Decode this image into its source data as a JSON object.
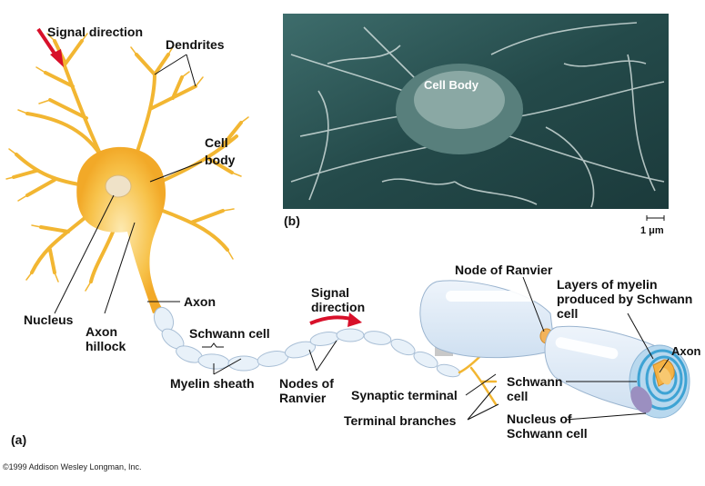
{
  "figure": {
    "panel_a": "(a)",
    "panel_b": "(b)",
    "copyright": "©1999 Addison Wesley Longman, Inc."
  },
  "neuron_labels": {
    "signal_direction_top": "Signal direction",
    "dendrites": "Dendrites",
    "cell_body_1": "Cell",
    "cell_body_2": "body",
    "nucleus": "Nucleus",
    "axon_hillock_1": "Axon",
    "axon_hillock_2": "hillock",
    "axon": "Axon",
    "schwann_cell": "Schwann cell",
    "myelin_sheath": "Myelin sheath",
    "nodes_of_ranvier_1": "Nodes of",
    "nodes_of_ranvier_2": "Ranvier",
    "signal_direction_mid_1": "Signal",
    "signal_direction_mid_2": "direction",
    "synaptic_terminal": "Synaptic terminal",
    "terminal_branches": "Terminal branches"
  },
  "micrograph": {
    "cell_body": "Cell Body",
    "scale_bar": "1 μm"
  },
  "detail_labels": {
    "node_of_ranvier": "Node of Ranvier",
    "layers_1": "Layers of myelin",
    "layers_2": "produced by Schwann",
    "layers_3": "cell",
    "axon": "Axon",
    "schwann_1": "Schwann",
    "schwann_2": "cell",
    "nucleus_1": "Nucleus of",
    "nucleus_2": "Schwann cell"
  },
  "colors": {
    "neuron": "#f5b935",
    "arrow": "#d8102a",
    "myelin": "#dce9f6",
    "micrograph": "#2f5858"
  }
}
